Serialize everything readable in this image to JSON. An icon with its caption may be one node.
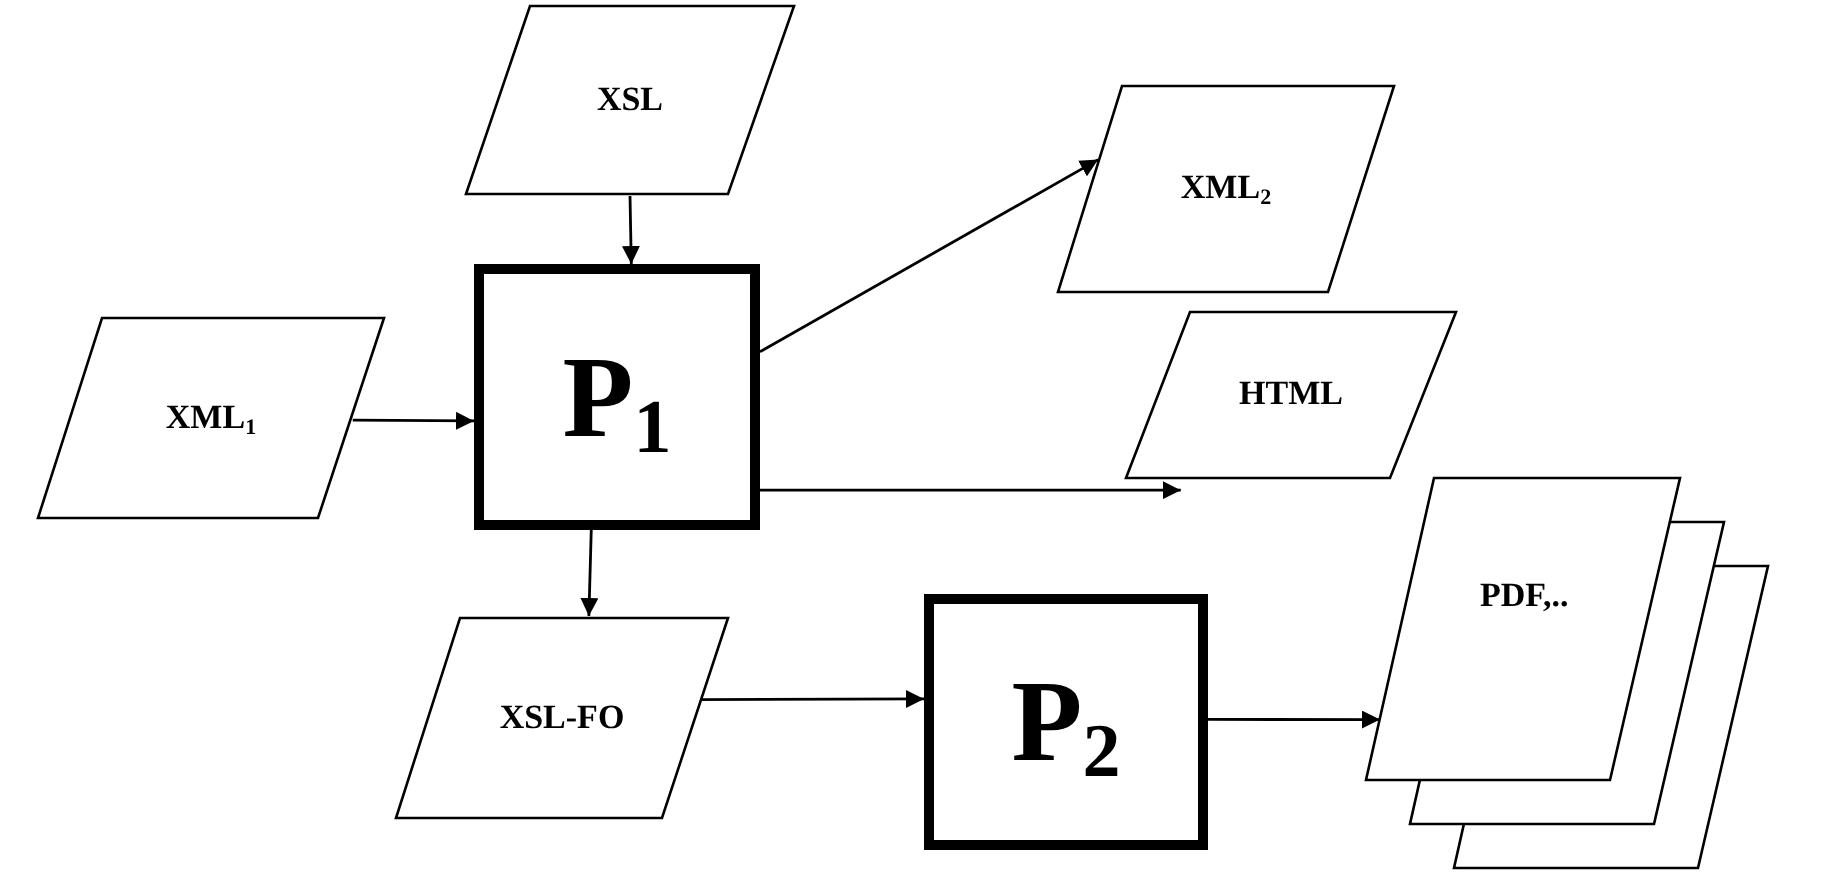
{
  "diagram": {
    "nodes": [
      {
        "text": [
          "XSL"
        ]
      },
      {
        "text": [
          "XML$_{1}$"
        ]
      },
      {
        "text": [
          "P$_{1}$"
        ]
      },
      {
        "text": [
          "XML$_{2}$"
        ]
      },
      {
        "text": [
          "HTML"
        ]
      },
      {
        "text": [
          "XSL-FO"
        ]
      },
      {
        "text": [
          "P$_{2}$"
        ]
      },
      {
        "text": [
          "PDF,.."
        ]
      }
    ],
    "edges": [
      {
        "from": 0,
        "to": 2,
        "arrow": "to"
      },
      {
        "from": 1,
        "to": 2,
        "arrow": "to"
      },
      {
        "from": 2,
        "to": 3,
        "arrow": "to"
      },
      {
        "from": 2,
        "to": 4,
        "arrow": "to"
      },
      {
        "from": 2,
        "to": 5,
        "arrow": "to"
      },
      {
        "from": 5,
        "to": 6,
        "arrow": "to"
      },
      {
        "from": 6,
        "to": 7,
        "arrow": "to"
      }
    ]
  }
}
